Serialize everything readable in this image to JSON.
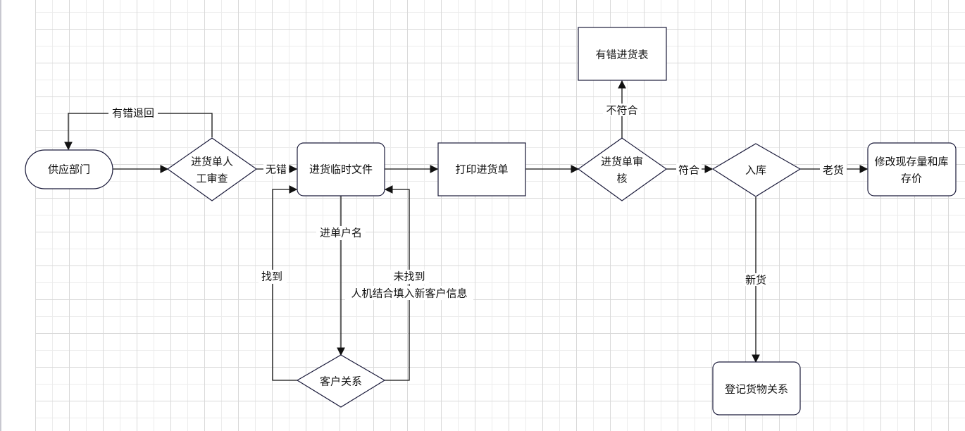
{
  "diagram": {
    "type": "flowchart",
    "nodes": {
      "supplier": {
        "label": "供应部门",
        "shape": "terminator"
      },
      "manual_check": {
        "label_lines": [
          "进货单人",
          "工审查"
        ],
        "shape": "decision"
      },
      "temp_file": {
        "label": "进货临时文件",
        "shape": "rounded-rect"
      },
      "print_order": {
        "label": "打印进货单",
        "shape": "rect"
      },
      "order_review": {
        "label_lines": [
          "进货单审",
          "核"
        ],
        "shape": "decision"
      },
      "error_table": {
        "label": "有错进货表",
        "shape": "rect"
      },
      "stock_in": {
        "label": "入库",
        "shape": "decision"
      },
      "update_stock": {
        "label_lines": [
          "修改现存量和库",
          "存价"
        ],
        "shape": "rounded-rect"
      },
      "register_goods": {
        "label": "登记货物关系",
        "shape": "rounded-rect"
      },
      "customer_relation": {
        "label": "客户关系",
        "shape": "decision"
      }
    },
    "edges": {
      "return_error": {
        "from": "manual_check",
        "to": "supplier",
        "label": "有错退回"
      },
      "supplier_to_check": {
        "from": "supplier",
        "to": "manual_check",
        "label": ""
      },
      "no_error": {
        "from": "manual_check",
        "to": "temp_file",
        "label": "无错"
      },
      "temp_to_print": {
        "from": "temp_file",
        "to": "print_order",
        "label": ""
      },
      "print_to_review": {
        "from": "print_order",
        "to": "order_review",
        "label": ""
      },
      "not_match": {
        "from": "order_review",
        "to": "error_table",
        "label": "不符合"
      },
      "match": {
        "from": "order_review",
        "to": "stock_in",
        "label": "符合"
      },
      "old_goods": {
        "from": "stock_in",
        "to": "update_stock",
        "label": "老货"
      },
      "new_goods": {
        "from": "stock_in",
        "to": "register_goods",
        "label": "新货"
      },
      "customer_name": {
        "from": "temp_file",
        "to": "customer_relation",
        "label": "进单户名"
      },
      "found": {
        "from": "customer_relation",
        "to": "temp_file",
        "label": "找到"
      },
      "not_found": {
        "from": "customer_relation",
        "to": "temp_file",
        "label_lines": [
          "未找到",
          "人机结合填入新客户信息"
        ]
      }
    }
  }
}
